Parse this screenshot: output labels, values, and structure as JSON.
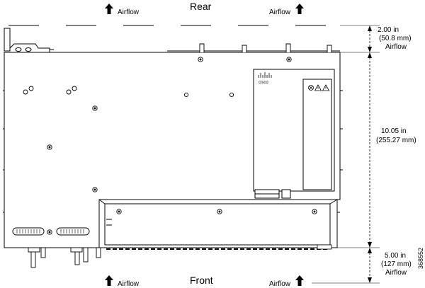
{
  "labels": {
    "rear": "Rear",
    "front": "Front",
    "airflow": "Airflow",
    "figure_id": "368552"
  },
  "dimensions": {
    "top_inches": "2.00 in",
    "top_mm": "(50.8 mm)",
    "top_airflow": "Airflow",
    "middle_inches": "10.05 in",
    "middle_mm": "(255.27 mm)",
    "bottom_inches": "5.00 in",
    "bottom_mm": "(127 mm)",
    "bottom_airflow": "Airflow"
  },
  "device": {
    "vendor_logo": "cisco",
    "warning_icons": [
      "no-entry-icon",
      "warning-triangle-icon",
      "warning-triangle-icon"
    ]
  }
}
